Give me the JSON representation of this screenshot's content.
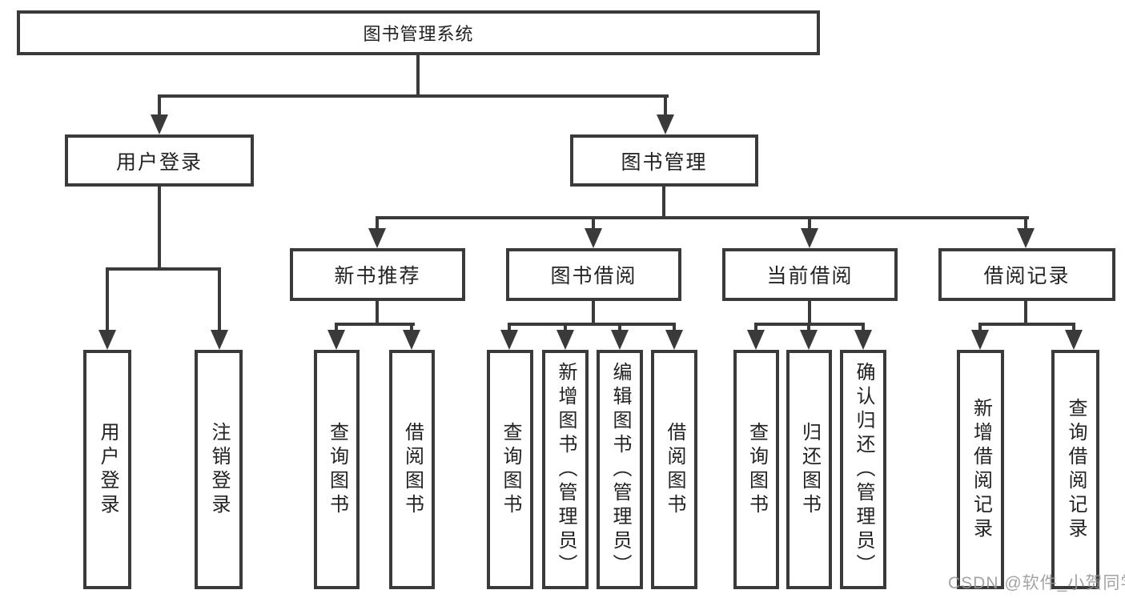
{
  "diagram": {
    "root": {
      "label": "图书管理系统"
    },
    "branches": [
      {
        "label": "用户登录",
        "leaves": [
          {
            "label": "用户登录"
          },
          {
            "label": "注销登录"
          }
        ]
      },
      {
        "label": "图书管理",
        "sections": [
          {
            "label": "新书推荐",
            "leaves": [
              {
                "label": "查询图书"
              },
              {
                "label": "借阅图书"
              }
            ]
          },
          {
            "label": "图书借阅",
            "leaves": [
              {
                "label": "查询图书"
              },
              {
                "label": "新增图书（管理员）"
              },
              {
                "label": "编辑图书（管理员）"
              },
              {
                "label": "借阅图书"
              }
            ]
          },
          {
            "label": "当前借阅",
            "leaves": [
              {
                "label": "查询图书"
              },
              {
                "label": "归还图书"
              },
              {
                "label": "确认归还（管理员）"
              }
            ]
          },
          {
            "label": "借阅记录",
            "leaves": [
              {
                "label": "新增借阅记录"
              },
              {
                "label": "查询借阅记录"
              }
            ]
          }
        ]
      }
    ]
  },
  "watermark": {
    "text": "CSDN @软件_小贺同学"
  },
  "colors": {
    "line": "#3a3a3a",
    "box_border": "#3a3a3a",
    "box_fill": "#ffffff",
    "text": "#222222",
    "watermark": "#969696",
    "background": "#ffffff"
  }
}
